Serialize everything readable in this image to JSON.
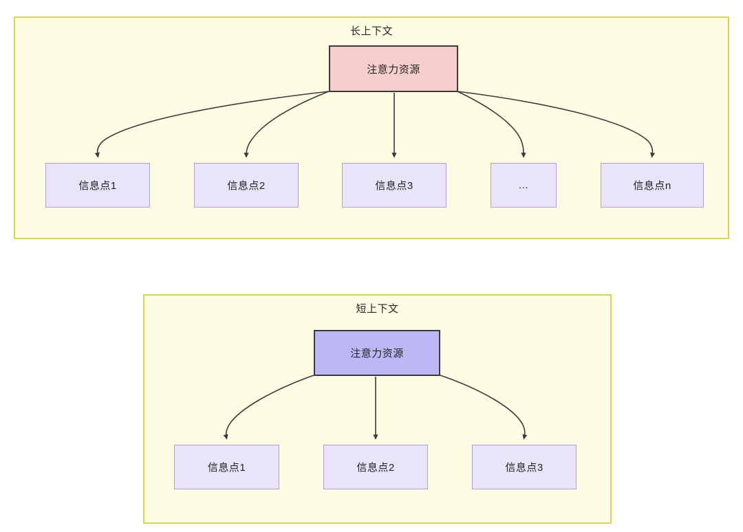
{
  "diagram": {
    "type": "flowchart",
    "background": "#ffffff",
    "panels": [
      {
        "id": "long-context",
        "title": "长上下文",
        "frame_fill": "#fdfde4",
        "frame_stroke": "#d6d64f",
        "root": {
          "label": "注意力资源",
          "fill": "#f8cecc",
          "stroke": "#3a3a3a"
        },
        "children": [
          {
            "label": "信息点1",
            "fill": "#e7e4fb",
            "stroke": "#b39ddb"
          },
          {
            "label": "信息点2",
            "fill": "#e7e4fb",
            "stroke": "#b39ddb"
          },
          {
            "label": "信息点3",
            "fill": "#e7e4fb",
            "stroke": "#b39ddb"
          },
          {
            "label": "...",
            "fill": "#e7e4fb",
            "stroke": "#b39ddb"
          },
          {
            "label": "信息点n",
            "fill": "#e7e4fb",
            "stroke": "#b39ddb"
          }
        ]
      },
      {
        "id": "short-context",
        "title": "短上下文",
        "frame_fill": "#fdfde4",
        "frame_stroke": "#d6d64f",
        "root": {
          "label": "注意力资源",
          "fill": "#bcb7f5",
          "stroke": "#3a3a3a"
        },
        "children": [
          {
            "label": "信息点1",
            "fill": "#e7e4fb",
            "stroke": "#b39ddb"
          },
          {
            "label": "信息点2",
            "fill": "#e7e4fb",
            "stroke": "#b39ddb"
          },
          {
            "label": "信息点3",
            "fill": "#e7e4fb",
            "stroke": "#b39ddb"
          }
        ]
      }
    ],
    "edge_color": "#3a3a3a"
  }
}
